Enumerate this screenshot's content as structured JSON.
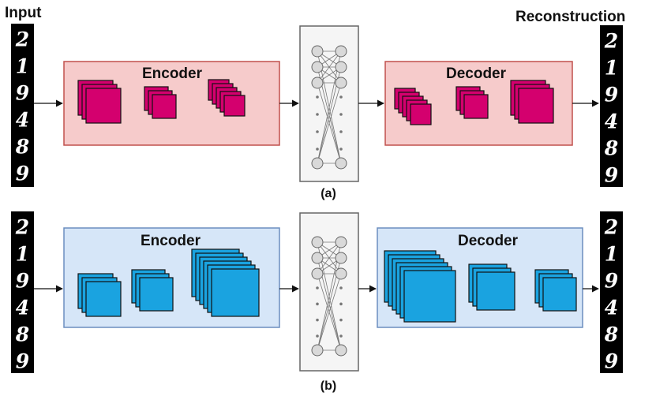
{
  "labels": {
    "input": "Input",
    "reconstruction": "Reconstruction",
    "caption_a": "(a)",
    "caption_b": "(b)"
  },
  "digits": [
    "2",
    "1",
    "9",
    "4",
    "8",
    "9"
  ],
  "panel_a": {
    "encoder_title": "Encoder",
    "decoder_title": "Decoder",
    "box_fill": "#f6cbcb",
    "box_stroke": "#c0504d",
    "map_fill": "#d4006e",
    "encoder_stacks": [
      3,
      3,
      5
    ],
    "decoder_stacks": [
      5,
      3,
      3
    ]
  },
  "panel_b": {
    "encoder_title": "Encoder",
    "decoder_title": "Decoder",
    "box_fill": "#d6e6f8",
    "box_stroke": "#6c8ebf",
    "map_fill": "#1aa3e0",
    "encoder_stacks": [
      3,
      3,
      6
    ],
    "decoder_stacks": [
      6,
      3,
      3
    ]
  },
  "bottleneck": {
    "box_fill": "#f5f5f5",
    "box_stroke": "#666666"
  }
}
